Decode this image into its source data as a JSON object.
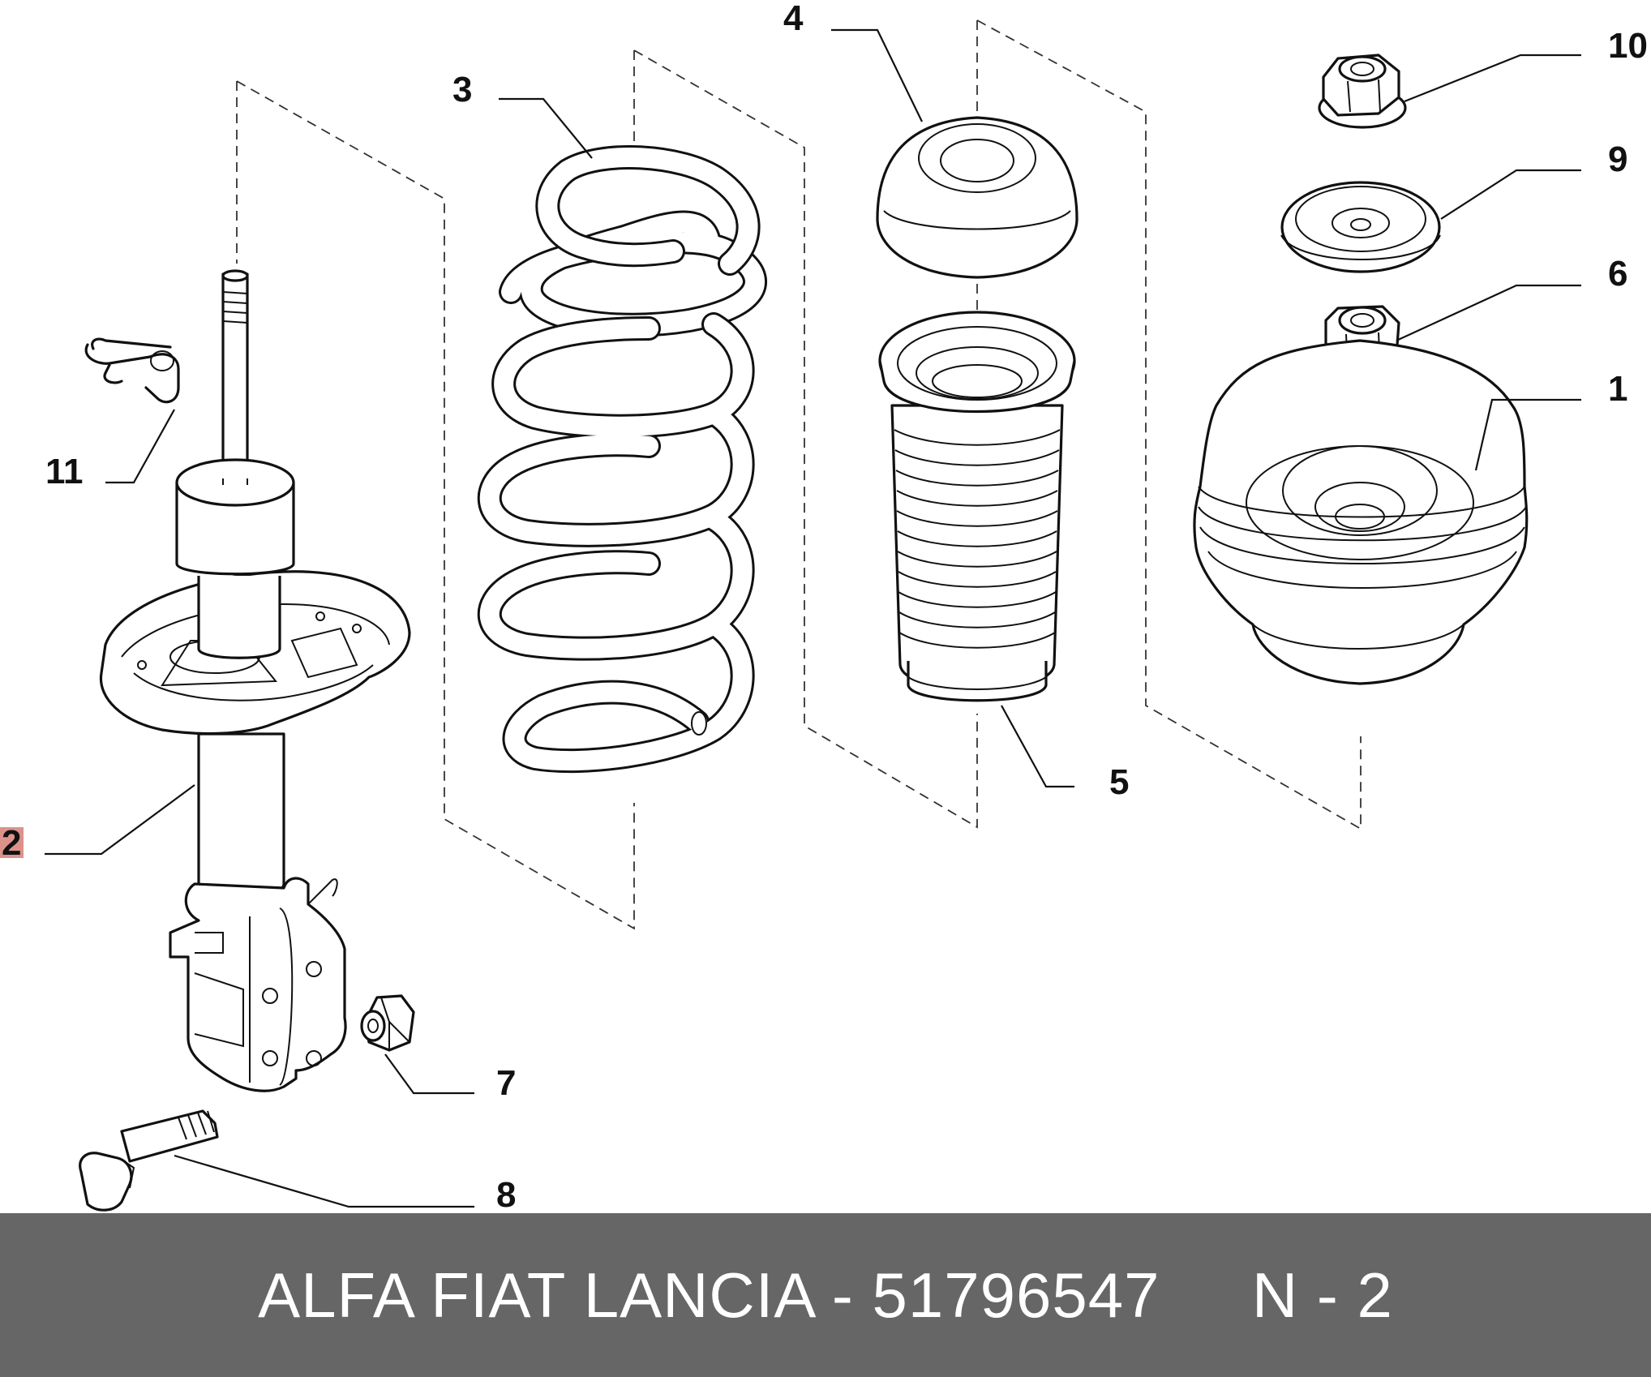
{
  "callouts": [
    {
      "id": "1",
      "label": "1"
    },
    {
      "id": "2",
      "label": "2",
      "highlighted": true
    },
    {
      "id": "3",
      "label": "3"
    },
    {
      "id": "4",
      "label": "4"
    },
    {
      "id": "5",
      "label": "5"
    },
    {
      "id": "6",
      "label": "6"
    },
    {
      "id": "7",
      "label": "7"
    },
    {
      "id": "8",
      "label": "8"
    },
    {
      "id": "9",
      "label": "9"
    },
    {
      "id": "10",
      "label": "10"
    },
    {
      "id": "11",
      "label": "11"
    }
  ],
  "footer": {
    "text": "ALFA FIAT LANCIA - 51796547     N - 2"
  },
  "colors": {
    "footer_bg": "#666666",
    "footer_text": "#ffffff",
    "highlight": "#c0392b"
  }
}
